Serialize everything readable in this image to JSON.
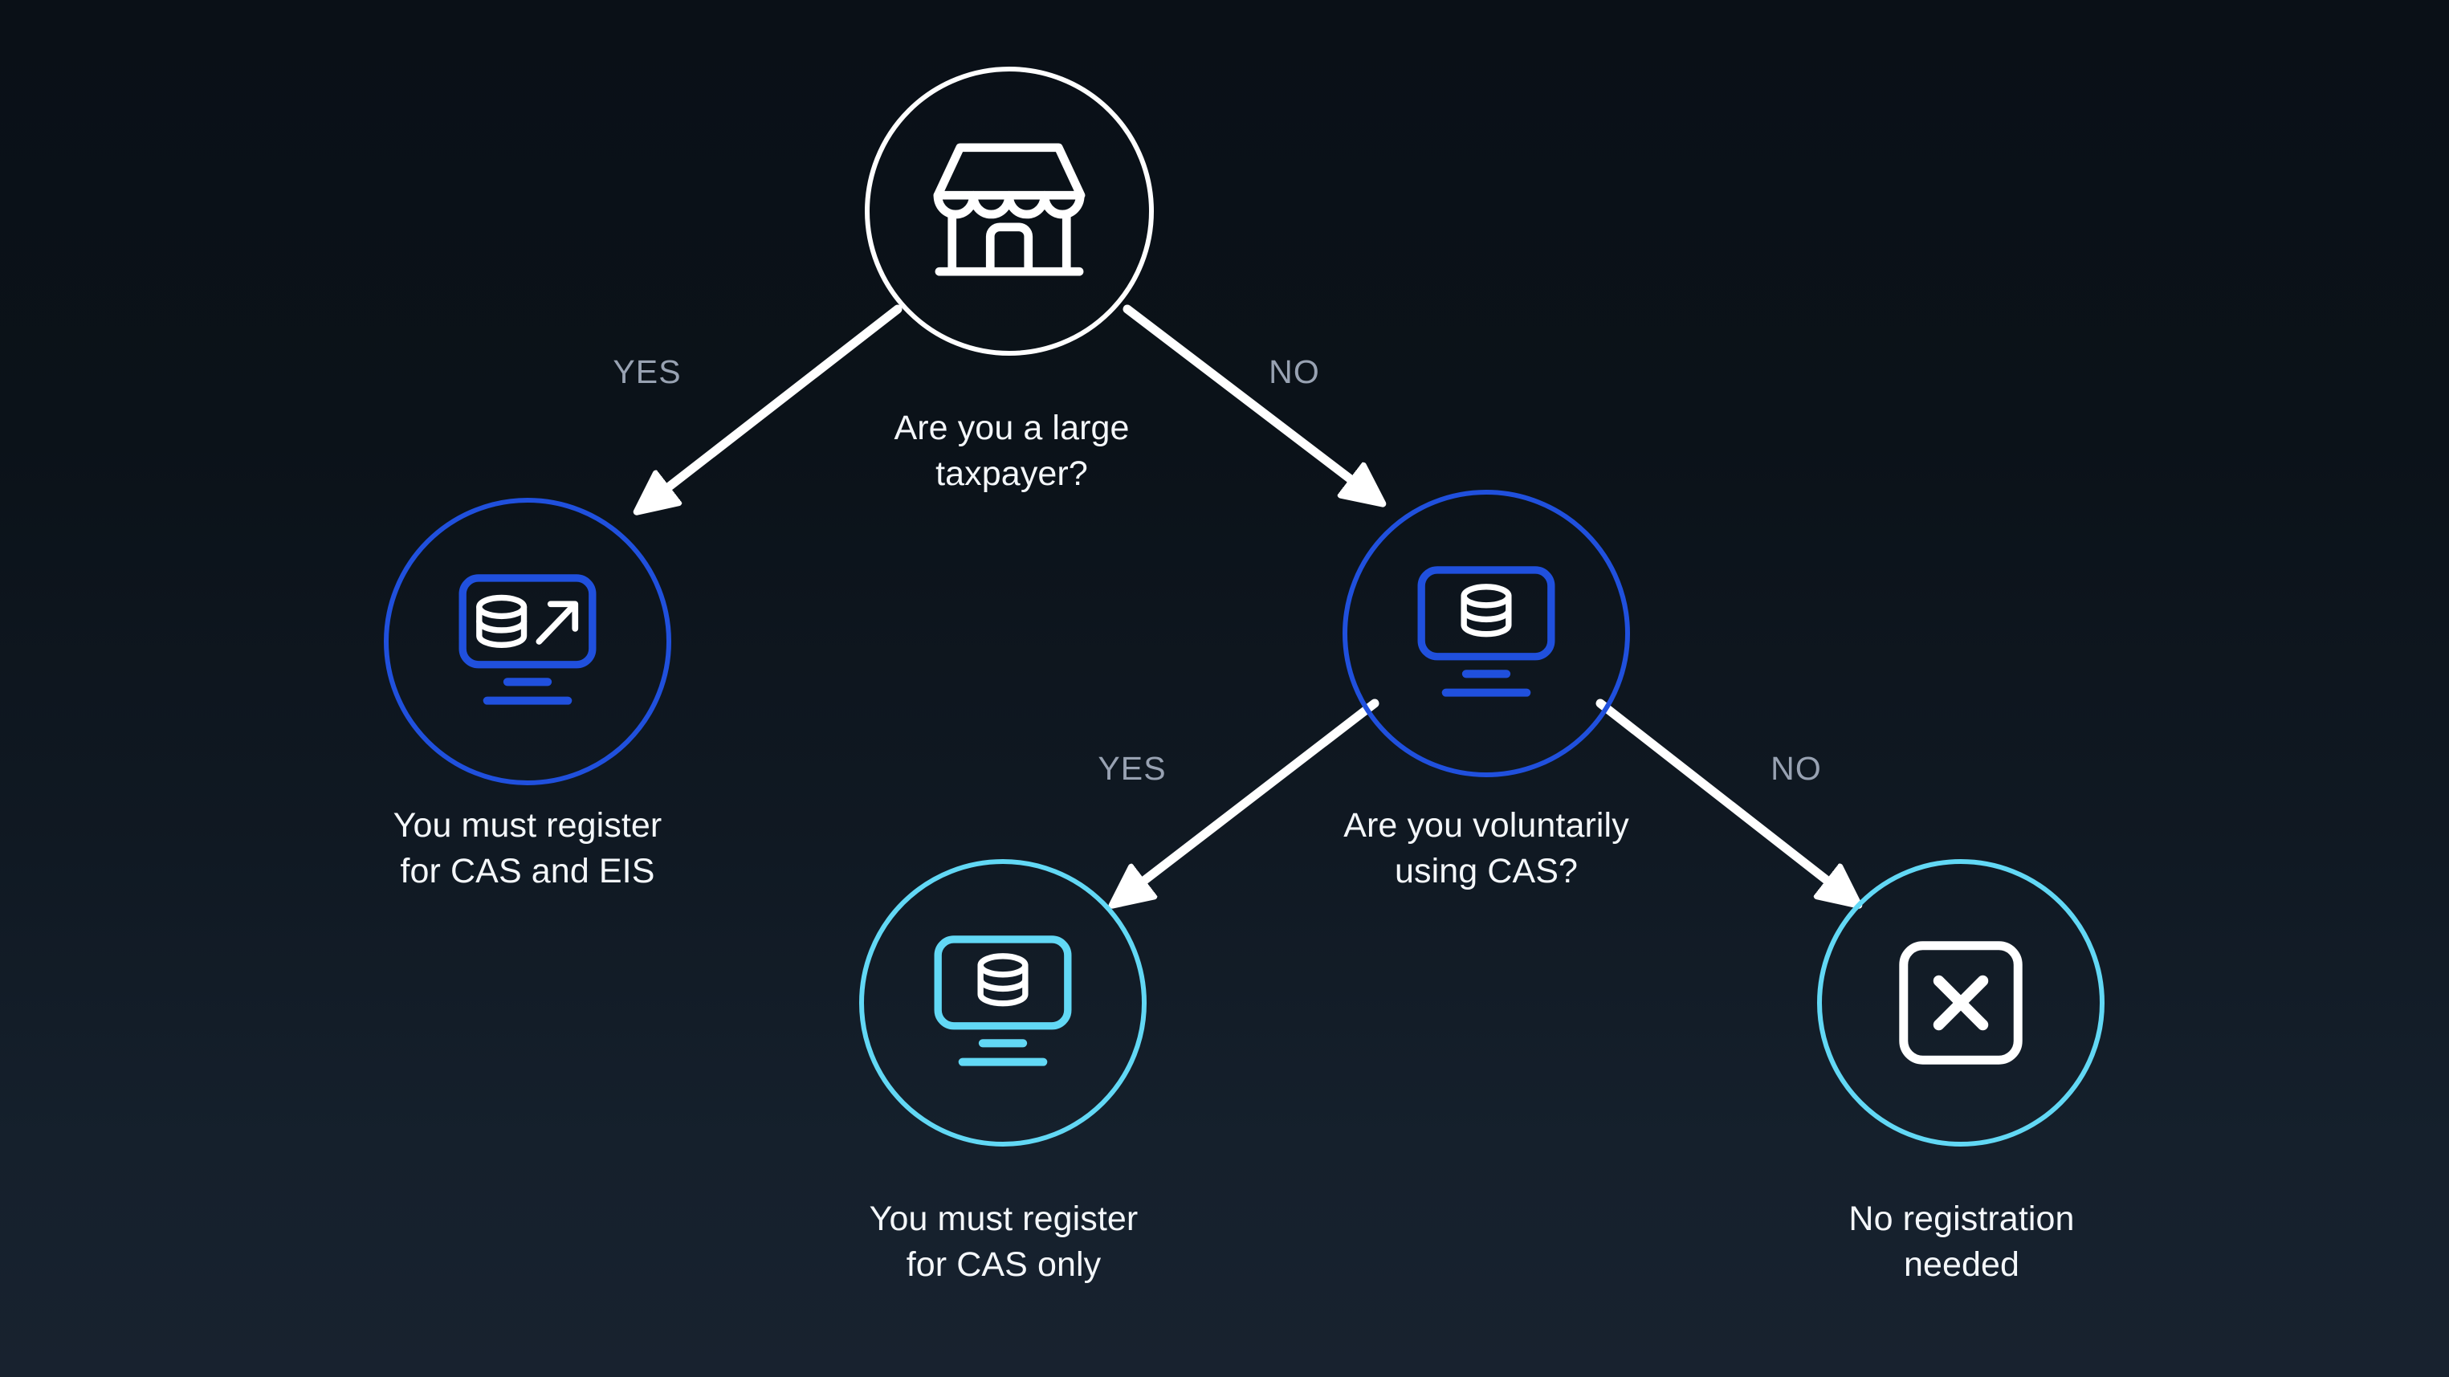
{
  "diagram": {
    "type": "decision-tree",
    "background_top": "#0a1017",
    "background_bottom": "#18222f",
    "colors": {
      "white": "#ffffff",
      "blue": "#2050dd",
      "cyan": "#62d8f5",
      "label_text": "#f4f7fa",
      "edge_label_text": "#98a2b2"
    }
  },
  "nodes": {
    "root": {
      "id": "root",
      "icon": "storefront-icon",
      "ring_color": "#ffffff",
      "label": "Are you a large\ntaxpayer?"
    },
    "cas_eis": {
      "id": "cas-eis",
      "icon": "monitor-database-growth-icon",
      "ring_color": "#2050dd",
      "label": "You must register\nfor CAS and EIS"
    },
    "voluntary": {
      "id": "voluntary",
      "icon": "monitor-database-icon",
      "ring_color": "#2050dd",
      "label": "Are you voluntarily\nusing CAS?"
    },
    "cas_only": {
      "id": "cas-only",
      "icon": "monitor-database-icon",
      "ring_color": "#62d8f5",
      "label": "You must register\nfor CAS only"
    },
    "none": {
      "id": "no-registration",
      "icon": "x-square-icon",
      "ring_color": "#62d8f5",
      "label": "No registration\nneeded"
    }
  },
  "edges": [
    {
      "id": "root-yes",
      "from": "root",
      "to": "cas_eis",
      "label": "YES"
    },
    {
      "id": "root-no",
      "from": "root",
      "to": "voluntary",
      "label": "NO"
    },
    {
      "id": "vol-yes",
      "from": "voluntary",
      "to": "cas_only",
      "label": "YES"
    },
    {
      "id": "vol-no",
      "from": "voluntary",
      "to": "none",
      "label": "NO"
    }
  ]
}
